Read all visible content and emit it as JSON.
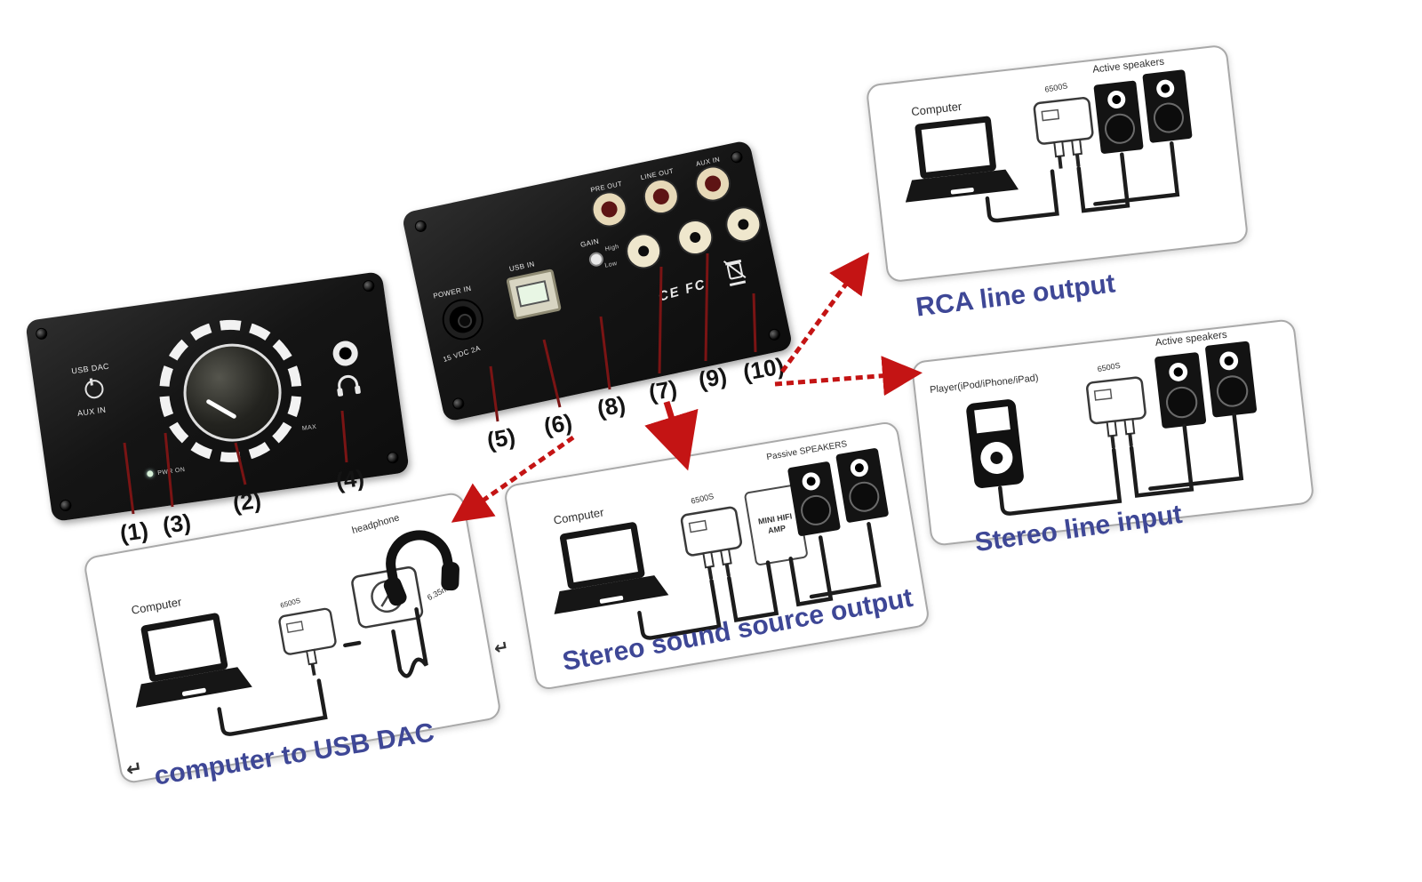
{
  "front_panel": {
    "usb_dac_label": "USB DAC",
    "aux_in_label": "AUX IN",
    "led_label": "PWR ON",
    "max_label": "MAX",
    "callouts": [
      "(1)",
      "(3)",
      "(2)",
      "(4)"
    ]
  },
  "back_panel": {
    "power_in_label": "POWER IN",
    "power_spec_label": "15 VDC 2A",
    "usb_in_label": "USB IN",
    "gain_label": "GAIN",
    "gain_high_label": "High",
    "gain_low_label": "Low",
    "rca_labels": [
      "PRE OUT",
      "LINE OUT",
      "AUX IN"
    ],
    "cert_label": "CE FC",
    "callouts": [
      "(5)",
      "(6)",
      "(8)",
      "(7)",
      "(9)",
      "(10)"
    ]
  },
  "diagram_rca_out": {
    "source_label": "Computer",
    "device_label": "6500S",
    "speakers_label": "Active speakers",
    "caption": "RCA line output"
  },
  "diagram_line_in": {
    "source_label": "Player(iPod/iPhone/iPad)",
    "device_label": "6500S",
    "speakers_label": "Active speakers",
    "caption": "Stereo line input"
  },
  "diagram_source_out": {
    "source_label": "Computer",
    "device_label": "6500S",
    "amp_label": "MINI HIFI AMP",
    "speakers_label": "Passive SPEAKERS",
    "caption": "Stereo sound source output"
  },
  "diagram_usb_dac": {
    "source_label": "Computer",
    "device_label": "6500S",
    "adapter_label": "6.35mm",
    "headphone_label": "headphone",
    "return_glyph": "↵",
    "caption": "computer to USB DAC"
  },
  "colors": {
    "caption_blue": "#3e4796",
    "arrow_red": "#c41414",
    "leader_red": "#7a1414",
    "panel_black": "#151515",
    "rca_red": "#5e1414",
    "jack_ivory": "#efe7cd"
  }
}
